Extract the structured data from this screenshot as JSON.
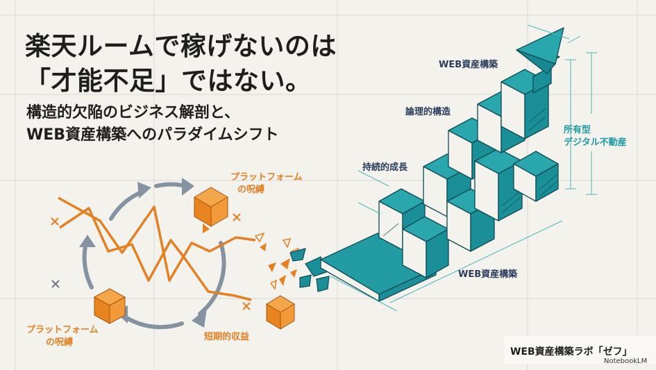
{
  "title_lines": [
    "楽天ルームで稼げないのは",
    "「才能不足」ではない。"
  ],
  "subtitle_lines": [
    "構造的欠陥のビジネス解剖と、",
    "WEB資産構築へのパラダイムシフト"
  ],
  "left_diagram": {
    "labels": {
      "platform_bind_top": [
        "プラットフォーム",
        "の呪縛"
      ],
      "platform_bind_bottom": [
        "プラットフォーム",
        "の呪縛"
      ],
      "short_term_profit": "短期的収益"
    }
  },
  "right_diagram": {
    "labels": {
      "web_asset_top": "WEB資産構築",
      "logical_structure": "論理的構造",
      "sustainable_growth": "持続的成長",
      "digital_real_estate": [
        "所有型",
        "デジタル不動産"
      ],
      "web_asset_bottom": "WEB資産構築"
    }
  },
  "brand": {
    "name": "WEB資産構築ラボ「ゼフ」",
    "notebooklm": "NotebookLM"
  },
  "colors": {
    "navy": "#2a3d5c",
    "orange": "#e47f22",
    "teal": "#1e9aa3",
    "background": "#f4f2ec"
  }
}
